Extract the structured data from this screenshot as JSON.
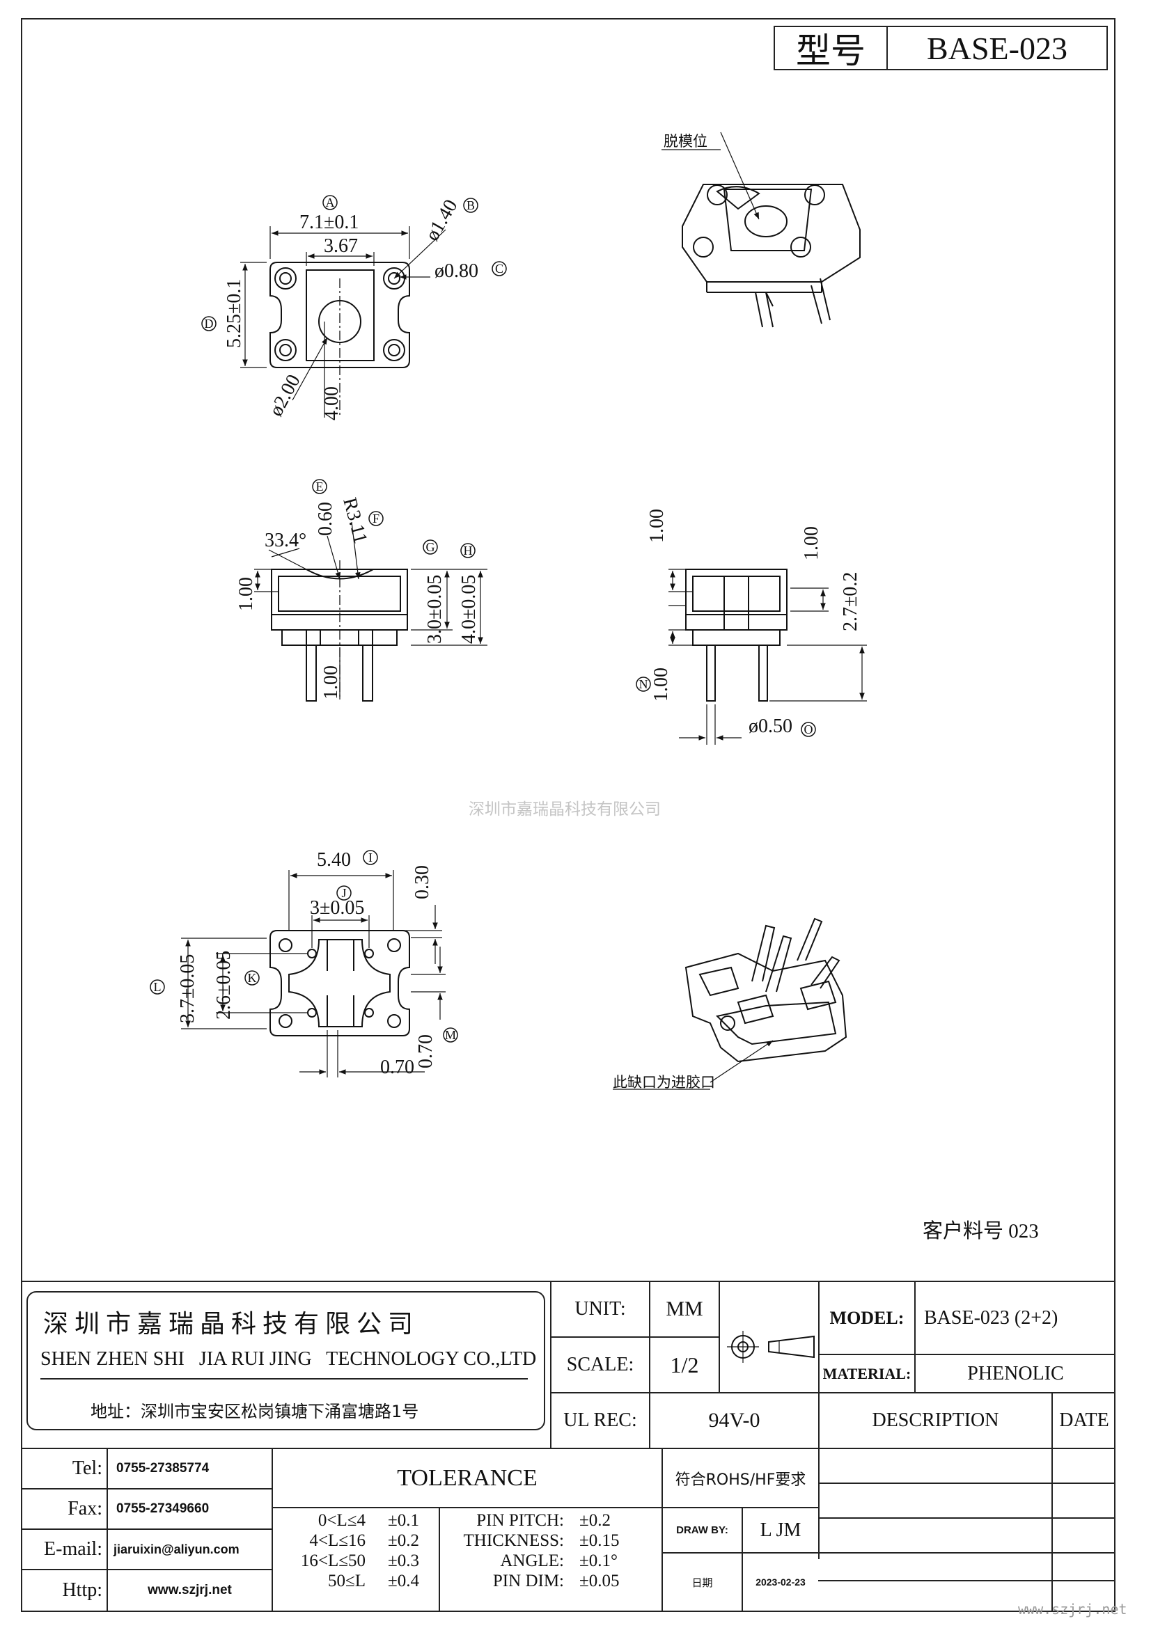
{
  "drawing": {
    "model_label": "型号",
    "model_value": "BASE-023",
    "callouts": {
      "demold": "脱模位",
      "gate": "此缺口为进胶口"
    },
    "watermark": "深圳市嘉瑞晶科技有限公司",
    "customer_part": "客户料号 023",
    "dims": {
      "a": "7.1±0.1",
      "a_mark": "A",
      "b": "ø1.40",
      "b_mark": "B",
      "c": "ø0.80",
      "c_mark": "C",
      "d": "5.25±0.1",
      "d_mark": "D",
      "inner_width": "3.67",
      "hole_dia": "ø2.00",
      "hole_pos": "4.00",
      "e": "0.60",
      "e_mark": "E",
      "f": "R3.11",
      "f_mark": "F",
      "angle": "33.4°",
      "g": "3.0±0.05",
      "g_mark": "G",
      "h": "4.0±0.05",
      "h_mark": "H",
      "top_h": "1.00",
      "pin_len": "1.00",
      "r_top": "1.00",
      "r_top2": "1.00",
      "r_h": "2.7±0.2",
      "n": "1.00",
      "n_mark": "N",
      "o": "ø0.50",
      "o_mark": "O",
      "i": "5.40",
      "i_mark": "I",
      "j": "3±0.05",
      "j_mark": "J",
      "k": "2.6±0.05",
      "k_mark": "K",
      "l": "3.7±0.05",
      "l_mark": "L",
      "m": "0.70",
      "m_mark": "M",
      "v030": "0.30",
      "h070": "0.70"
    }
  },
  "title_block": {
    "company_cn": "深圳市嘉瑞晶科技有限公司",
    "company_en": "SHEN ZHEN SHI   JIA RUI JING   TECHNOLOGY CO.,LTD",
    "address": "地址：深圳市宝安区松岗镇塘下涌富塘路1号",
    "unit_label": "UNIT:",
    "unit_value": "MM",
    "scale_label": "SCALE:",
    "scale_value": "1/2",
    "ul_label": "UL REC:",
    "ul_value": "94V-0",
    "model_label": "MODEL:",
    "model_value": "BASE-023 (2+2)",
    "material_label": "MATERIAL:",
    "material_value": "PHENOLIC",
    "description_label": "DESCRIPTION",
    "date_label": "DATE",
    "contacts": [
      {
        "label": "Tel:",
        "value": "0755-27385774"
      },
      {
        "label": "Fax:",
        "value": "0755-27349660"
      },
      {
        "label": "E-mail:",
        "value": "jiaruixin@aliyun.com"
      },
      {
        "label": "Http:",
        "value": "www.szjrj.net"
      }
    ],
    "tolerance_title": "TOLERANCE",
    "tolerance_left": [
      {
        "range": "0<L≤4",
        "tol": "±0.1"
      },
      {
        "range": "4<L≤16",
        "tol": "±0.2"
      },
      {
        "range": "16<L≤50",
        "tol": "±0.3"
      },
      {
        "range": "50≤L",
        "tol": "±0.4"
      }
    ],
    "tolerance_right": [
      {
        "label": "PIN PITCH:",
        "tol": "±0.2"
      },
      {
        "label": "THICKNESS:",
        "tol": "±0.15"
      },
      {
        "label": "ANGLE:",
        "tol": "±0.1°"
      },
      {
        "label": "PIN DIM:",
        "tol": "±0.05"
      }
    ],
    "rohs": "符合ROHS/HF要求",
    "draw_by_label": "DRAW BY:",
    "draw_by_value": "L JM",
    "date_cn_label": "日期",
    "date_value": "2023-02-23"
  },
  "footer_url": "www.szjrj.net"
}
